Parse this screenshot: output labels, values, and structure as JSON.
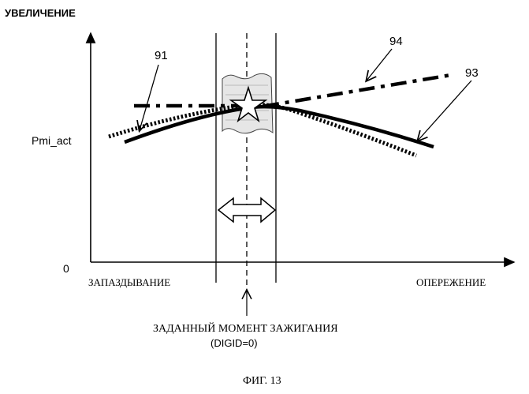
{
  "labels": {
    "y_axis": "УВЕЛИЧЕНИЕ",
    "pmi": "Pmi_act",
    "zero": "0",
    "retard": "ЗАПАЗДЫВАНИЕ",
    "advance": "ОПЕРЕЖЕНИЕ",
    "set_timing_line1": "ЗАДАННЫЙ МОМЕНТ ЗАЖИГАНИЯ",
    "set_timing_line2": "(DIGID=0)",
    "figure": "ФИГ. 13"
  },
  "ref_numerals": {
    "curve_91": "91",
    "curve_94": "94",
    "curve_93": "93"
  }
}
